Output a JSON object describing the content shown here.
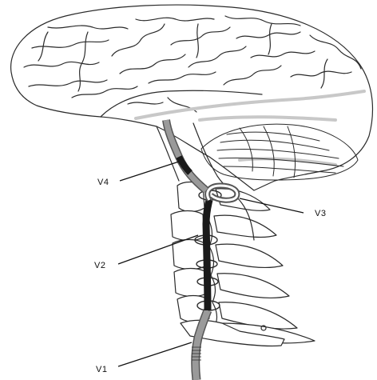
{
  "labels": {
    "v1": "V1",
    "v2": "V2",
    "v3": "V3",
    "v4": "V4"
  },
  "colors": {
    "outline": "#2a2a2a",
    "artery_outer": "#555555",
    "artery_fill": "#9a9a9a",
    "artery_dark": "#1a1a1a",
    "sinus": "#c8c8c8",
    "background": "#ffffff"
  }
}
